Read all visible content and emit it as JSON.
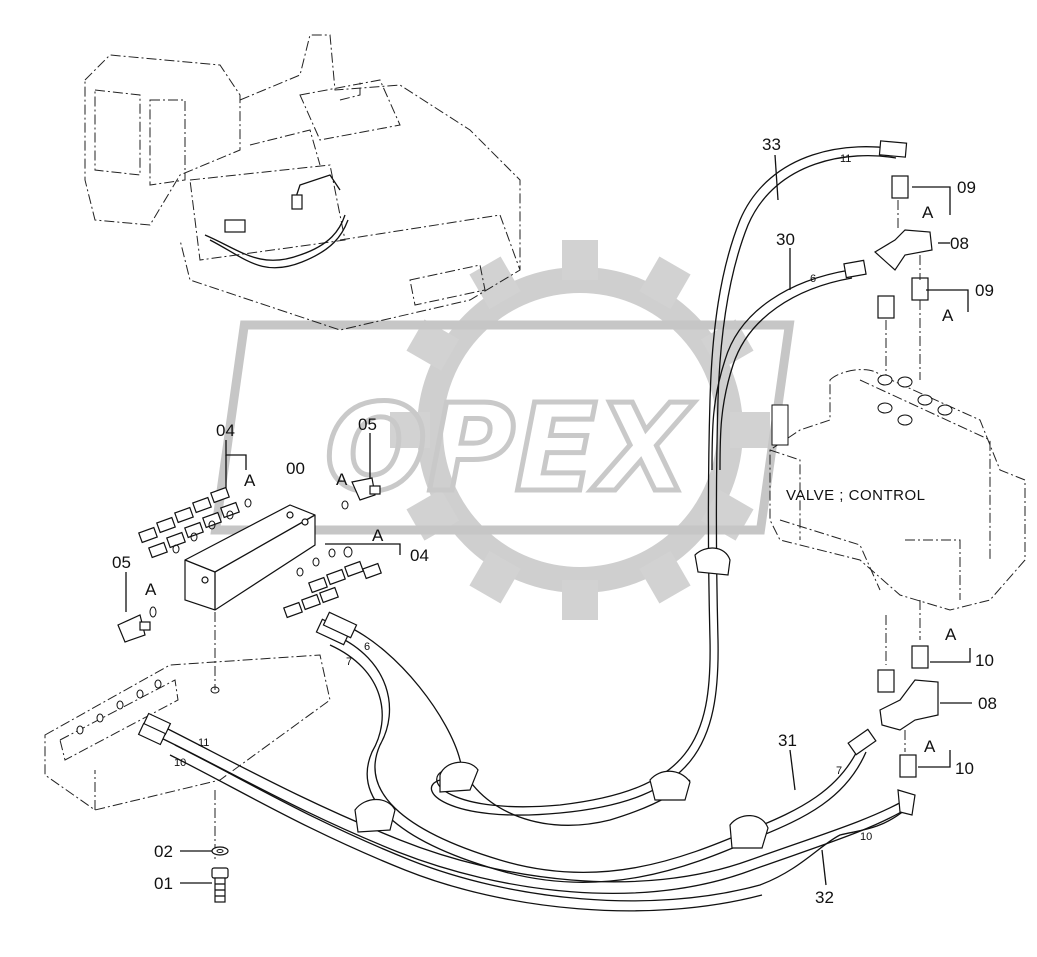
{
  "watermark": {
    "text": "OPEX"
  },
  "component_label": "VALVE ; CONTROL",
  "callouts": [
    {
      "id": "c33",
      "text": "33"
    },
    {
      "id": "c30",
      "text": "30"
    },
    {
      "id": "c09a",
      "text": "09"
    },
    {
      "id": "c08a",
      "text": "08"
    },
    {
      "id": "c09b",
      "text": "09"
    },
    {
      "id": "c04a",
      "text": "04"
    },
    {
      "id": "c05a",
      "text": "05"
    },
    {
      "id": "c00",
      "text": "00"
    },
    {
      "id": "c04b",
      "text": "04"
    },
    {
      "id": "c05b",
      "text": "05"
    },
    {
      "id": "c10a",
      "text": "10"
    },
    {
      "id": "c08b",
      "text": "08"
    },
    {
      "id": "c31",
      "text": "31"
    },
    {
      "id": "c10b",
      "text": "10"
    },
    {
      "id": "c02",
      "text": "02"
    },
    {
      "id": "c01",
      "text": "01"
    },
    {
      "id": "c32",
      "text": "32"
    }
  ],
  "section_marks": [
    "A",
    "A",
    "A",
    "A",
    "A",
    "A",
    "A",
    "A",
    "A"
  ],
  "hose_marks": [
    "11",
    "6",
    "6",
    "7",
    "11",
    "10",
    "7",
    "10"
  ],
  "colors": {
    "line": "#111111",
    "watermark": "#c9c9c9"
  }
}
